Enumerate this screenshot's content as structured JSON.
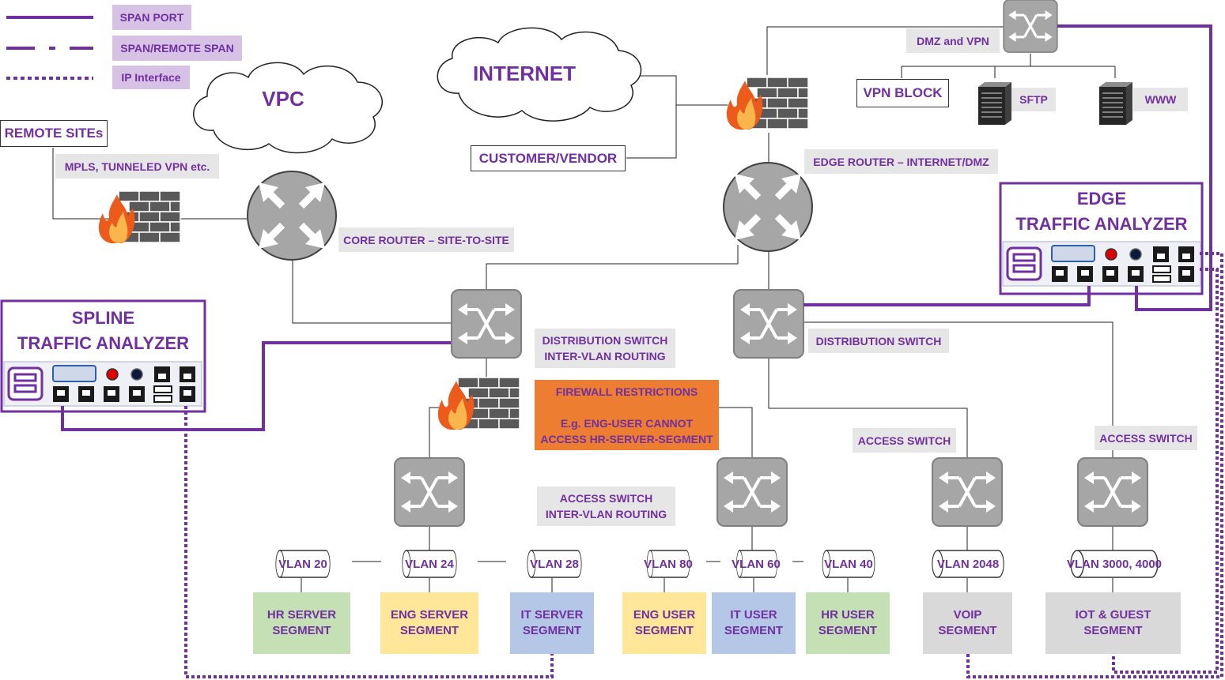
{
  "legend": {
    "span_port": "SPAN PORT",
    "span_remote": "SPAN/REMOTE SPAN",
    "ip_interface": "IP Interface"
  },
  "clouds": {
    "vpc": "VPC",
    "internet": "INTERNET"
  },
  "boxes": {
    "remote_sites": "REMOTE SITEs",
    "customer_vendor": "CUSTOMER/VENDOR",
    "vpn_block": "VPN BLOCK"
  },
  "labels": {
    "mpls": "MPLS, TUNNELED VPN etc.",
    "core_router": "CORE ROUTER – SITE-TO-SITE",
    "edge_router": "EDGE ROUTER – INTERNET/DMZ",
    "dmz_vpn": "DMZ and VPN",
    "sftp": "SFTP",
    "www": "WWW",
    "dist_left": "DISTRIBUTION SWITCH\nINTER-VLAN ROUTING",
    "dist_right": "DISTRIBUTION SWITCH",
    "access_inter": "ACCESS SWITCH\nINTER-VLAN ROUTING",
    "access_1": "ACCESS SWITCH",
    "access_2": "ACCESS SWITCH"
  },
  "firewall_note": "FIREWALL RESTRICTIONS\n\nE.g. ENG-USER CANNOT\nACCESS HR-SERVER-SEGMENT",
  "analyzers": {
    "spline": "SPLINE\nTRAFFIC ANALYZER",
    "edge": "EDGE\nTRAFFIC ANALYZER"
  },
  "vlans": [
    "VLAN 20",
    "VLAN 24",
    "VLAN 28",
    "VLAN 80",
    "VLAN 60",
    "VLAN 40",
    "VLAN 2048",
    "VLAN 3000, 4000"
  ],
  "segments": [
    {
      "text": "HR SERVER\nSEGMENT",
      "color": "#c5e0b4"
    },
    {
      "text": "ENG SERVER\nSEGMENT",
      "color": "#ffe699"
    },
    {
      "text": "IT SERVER\nSEGMENT",
      "color": "#b4c7e7"
    },
    {
      "text": "ENG USER\nSEGMENT",
      "color": "#ffe699"
    },
    {
      "text": "IT USER\nSEGMENT",
      "color": "#b4c7e7"
    },
    {
      "text": "HR USER\nSEGMENT",
      "color": "#c5e0b4"
    },
    {
      "text": "VOIP\nSEGMENT",
      "color": "#d9d9d9"
    },
    {
      "text": "IOT & GUEST\nSEGMENT",
      "color": "#d9d9d9"
    }
  ],
  "colors": {
    "accent": "#7030a0",
    "firewall_note": "#ed7d31",
    "device_grey": "#a6a6a6"
  }
}
